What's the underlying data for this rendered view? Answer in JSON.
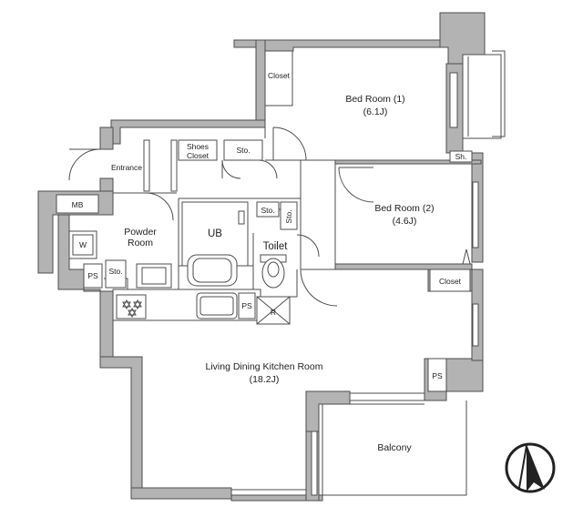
{
  "rooms": {
    "bedroom1": {
      "name": "Bed Room (1)",
      "size": "(6.1J)"
    },
    "bedroom2": {
      "name": "Bed Room (2)",
      "size": "(4.6J)"
    },
    "ldk": {
      "name": "Living Dining Kitchen Room",
      "size": "(18.2J)"
    },
    "balcony": "Balcony",
    "entrance": "Entrance",
    "powder_line1": "Powder",
    "powder_line2": "Room",
    "ub": "UB",
    "toilet": "Toilet"
  },
  "storage": {
    "closet_bed1": "Closet",
    "closet_bed2": "Closet",
    "shoes_line1": "Shoes",
    "shoes_line2": "Closet",
    "sto_hall": "Sto.",
    "sto_ub": "Sto.",
    "sto_toilet": "Sto.",
    "sto_powder": "Sto.",
    "sh": "Sh.",
    "mb": "MB",
    "washer": "W",
    "ps_powder": "PS",
    "ps_kitchen": "PS",
    "ps_ldk": "PS",
    "refrigerator": "R"
  }
}
